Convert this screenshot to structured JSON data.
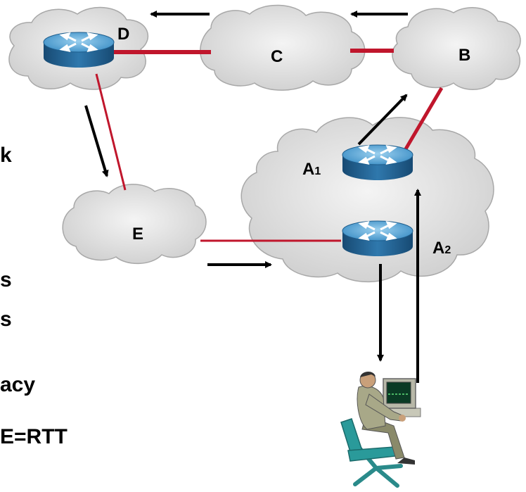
{
  "labels": {
    "D": "D",
    "C": "C",
    "B": "B",
    "A1": "A",
    "A1_sub": "1",
    "A2": "A",
    "A2_sub": "2",
    "E": "E"
  },
  "side_text": [
    "k",
    "s",
    "s",
    "acy",
    "E=RTT"
  ],
  "colors": {
    "link": "#c0162c",
    "cloud_fill": "#dcdcdc",
    "router_top": "#5aa8d8",
    "router_side": "#1e5d8c",
    "arrow": "#000000"
  }
}
